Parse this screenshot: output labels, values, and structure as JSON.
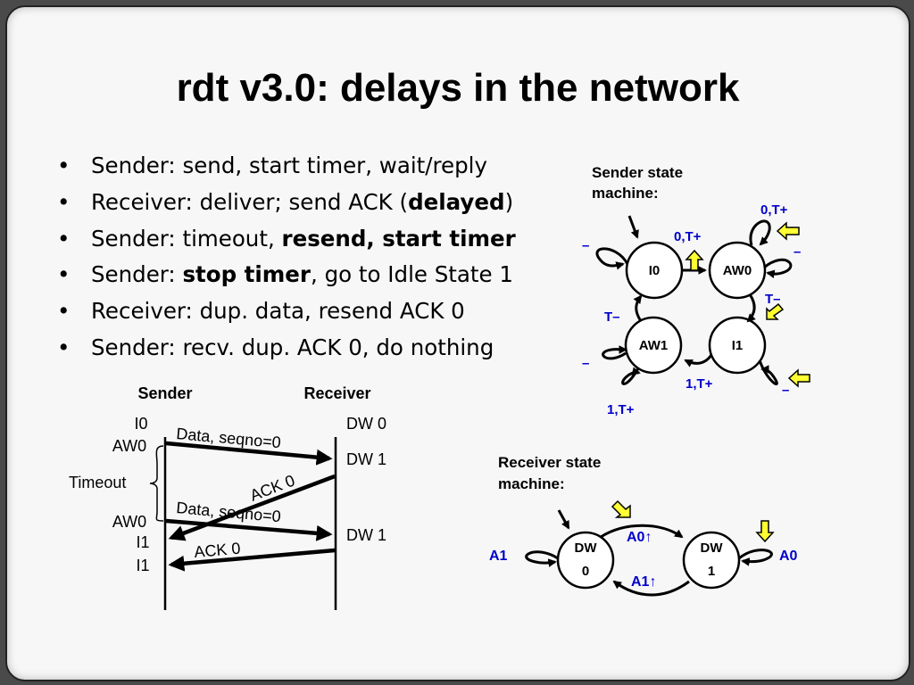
{
  "slide": {
    "title": "rdt v3.0: delays in the network",
    "bullets": [
      {
        "parts": [
          {
            "t": "Sender: send, start timer, wait/reply",
            "b": false
          }
        ]
      },
      {
        "parts": [
          {
            "t": "Receiver: deliver; send ACK (",
            "b": false
          },
          {
            "t": "delayed",
            "b": true
          },
          {
            "t": ")",
            "b": false
          }
        ]
      },
      {
        "parts": [
          {
            "t": "Sender: timeout, ",
            "b": false
          },
          {
            "t": "resend, start timer",
            "b": true
          }
        ]
      },
      {
        "parts": [
          {
            "t": "Sender: ",
            "b": false
          },
          {
            "t": "stop timer",
            "b": true
          },
          {
            "t": ", go to Idle State 1",
            "b": false
          }
        ]
      },
      {
        "parts": [
          {
            "t": "Receiver: dup. data, resend ACK 0",
            "b": false
          }
        ]
      },
      {
        "parts": [
          {
            "t": "Sender: recv. dup. ACK 0, do nothing",
            "b": false
          }
        ]
      }
    ]
  },
  "sender_fsm": {
    "heading_line1": "Sender state",
    "heading_line2": "machine:",
    "states": {
      "i0": "I0",
      "aw0": "AW0",
      "aw1": "AW1",
      "i1": "I1"
    },
    "labels": {
      "i0_self": "–",
      "i0_to_aw0": "0,T+",
      "aw0_self_top": "0,T+",
      "aw0_self_right": "–",
      "aw0_to_i1": "T–",
      "aw1_to_i0": "T–",
      "aw1_self_left": "–",
      "aw1_self_bottom": "1,T+",
      "i1_to_aw1": "1,T+",
      "i1_self": "–"
    }
  },
  "receiver_fsm": {
    "heading_line1": "Receiver state",
    "heading_line2": "machine:",
    "states": {
      "dw0_line1": "DW",
      "dw0_line2": "0",
      "dw1_line1": "DW",
      "dw1_line2": "1"
    },
    "labels": {
      "dw0_self": "A1",
      "dw0_to_dw1": "A0↑",
      "dw1_to_dw0": "A1↑",
      "dw1_self": "A0"
    }
  },
  "timeline": {
    "sender_heading": "Sender",
    "receiver_heading": "Receiver",
    "sender_states": [
      "I0",
      "AW0",
      "AW0",
      "I1",
      "I1"
    ],
    "receiver_states": [
      "DW 0",
      "DW 1",
      "DW 1"
    ],
    "timeout_label": "Timeout",
    "messages": {
      "data1": "Data, seqno=0",
      "ack1": "ACK 0",
      "data2": "Data, seqno=0",
      "ack2": "ACK 0"
    }
  },
  "colors": {
    "accent_blue": "#0000cc",
    "highlight_yellow": "#ffff33"
  }
}
